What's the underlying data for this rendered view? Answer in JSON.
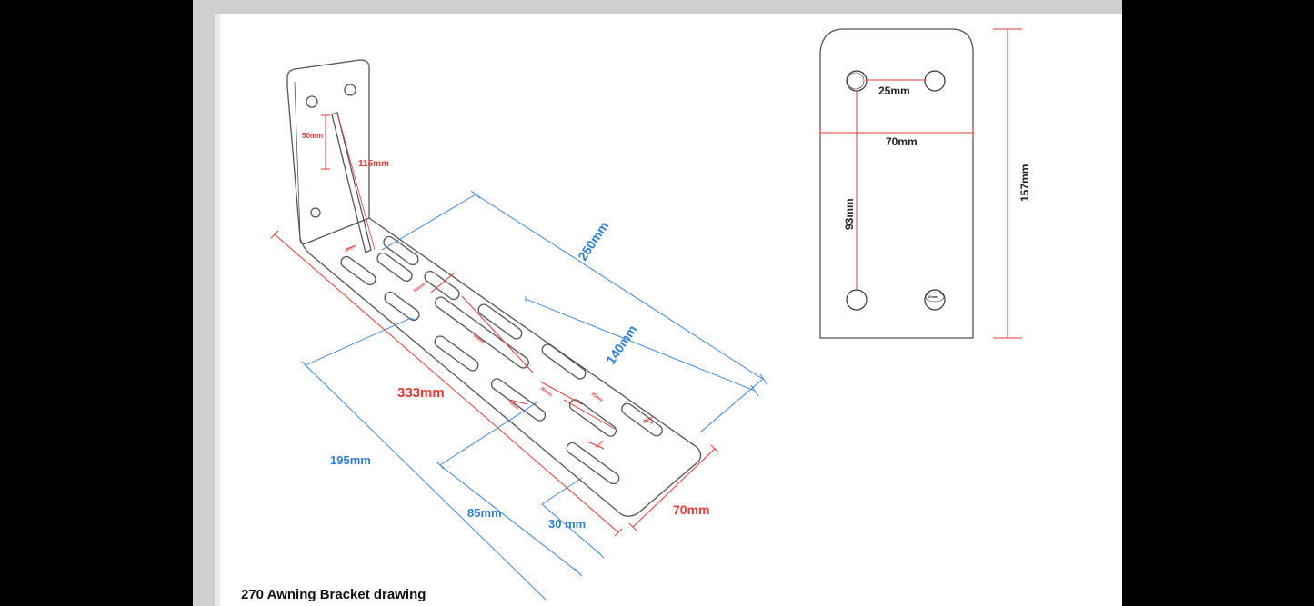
{
  "colors": {
    "outside_bg": "#000000",
    "viewer_bg": "#cfcfcf",
    "page_bg": "#ffffff",
    "outline": "#555555",
    "dimension_red": "#e53935",
    "dimension_blue": "#2f80d1",
    "label_dark": "#222222"
  },
  "perspective_view": {
    "dimensions": {
      "slot_50": "50mm",
      "upright_115": "115mm",
      "length_333": "333mm",
      "length_250": "250mm",
      "length_140": "140mm",
      "length_195": "195mm",
      "length_85": "85mm",
      "length_30": "30 mm",
      "width_70": "70mm"
    },
    "small_labels": {
      "slot_gap_upper": "30mm",
      "slot_length_mid": "95mm",
      "slot_gap_lower": "30mm",
      "slot_end": "25mm",
      "small_a": "10mm",
      "small_b": "10mm",
      "small_c": "10mm",
      "small_d": "10mm"
    }
  },
  "plate_view": {
    "dimensions": {
      "hole_spacing": "25mm",
      "plate_width": "70mm",
      "hole_vertical": "93mm",
      "plate_height": "157mm",
      "hole_diameter": "10mm"
    }
  },
  "caption": "270 Awning Bracket drawing"
}
